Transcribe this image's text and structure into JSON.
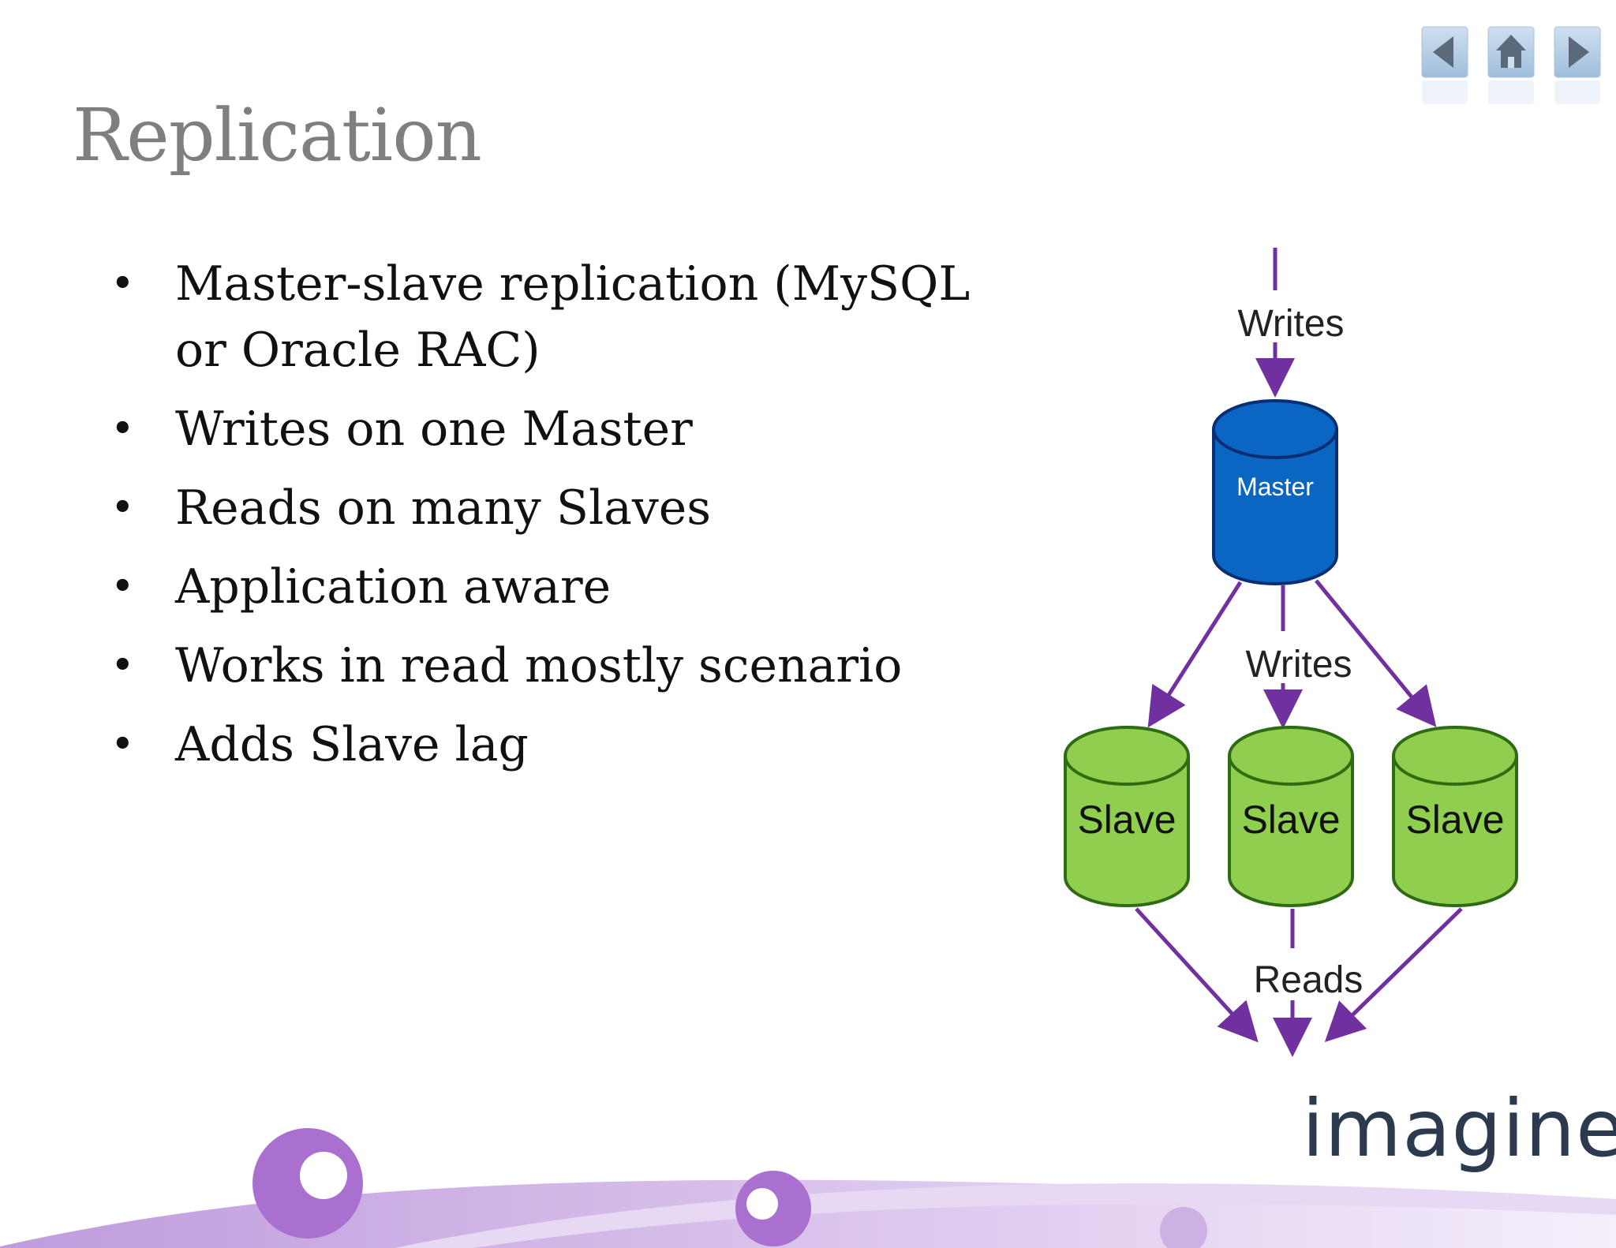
{
  "slide": {
    "title": "Replication",
    "bullets": [
      "Master-slave replication (MySQL or Oracle RAC)",
      "Writes on one Master",
      "Reads on many Slaves",
      "Application aware",
      "Works in read mostly scenario",
      "Adds Slave lag"
    ],
    "bullet_char": "•"
  },
  "diagram": {
    "writes_top_label": "Writes",
    "master_label": "Master",
    "writes_mid_label": "Writes",
    "slaves": [
      {
        "label": "Slave"
      },
      {
        "label": "Slave"
      },
      {
        "label": "Slave"
      }
    ],
    "reads_label": "Reads",
    "colors": {
      "master_fill": "#0a66c2",
      "master_stroke": "#0a2e73",
      "slave_fill": "#8fce4f",
      "slave_stroke": "#2f6b12",
      "arrow": "#7030a0"
    }
  },
  "navigation": {
    "prev_icon": "triangle-left-icon",
    "home_icon": "home-icon",
    "next_icon": "triangle-right-icon"
  },
  "branding": {
    "logo_text": "imaginea",
    "accent_color": "#b48ad6"
  }
}
